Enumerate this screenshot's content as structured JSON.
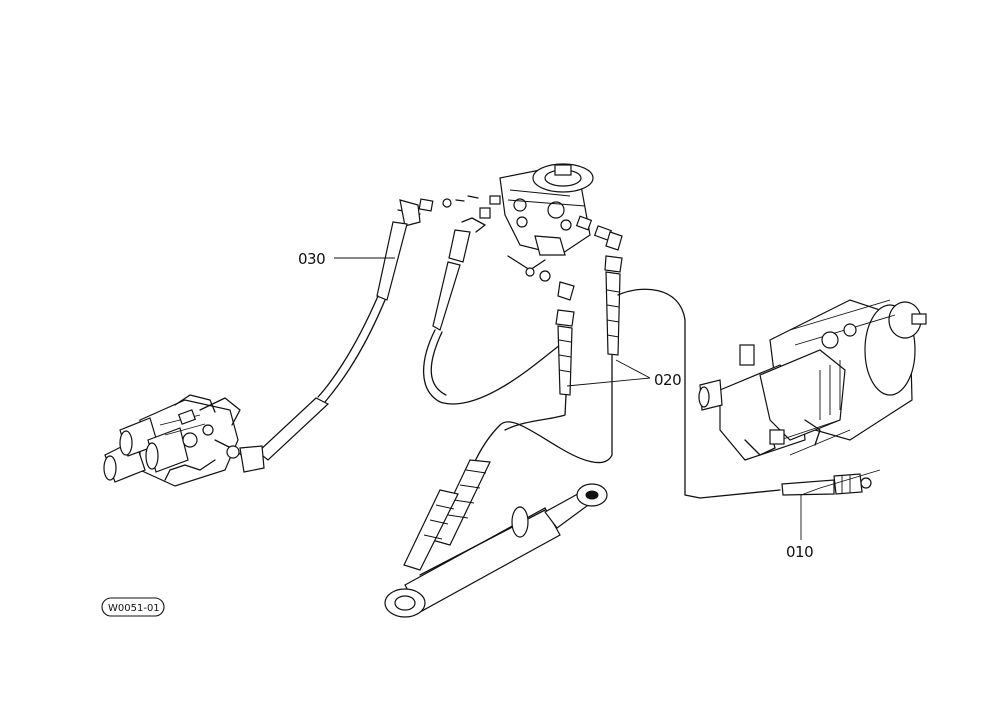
{
  "callouts": {
    "part_030": "030",
    "part_020": "020",
    "part_010": "010"
  },
  "drawing_reference": "W0051-01"
}
